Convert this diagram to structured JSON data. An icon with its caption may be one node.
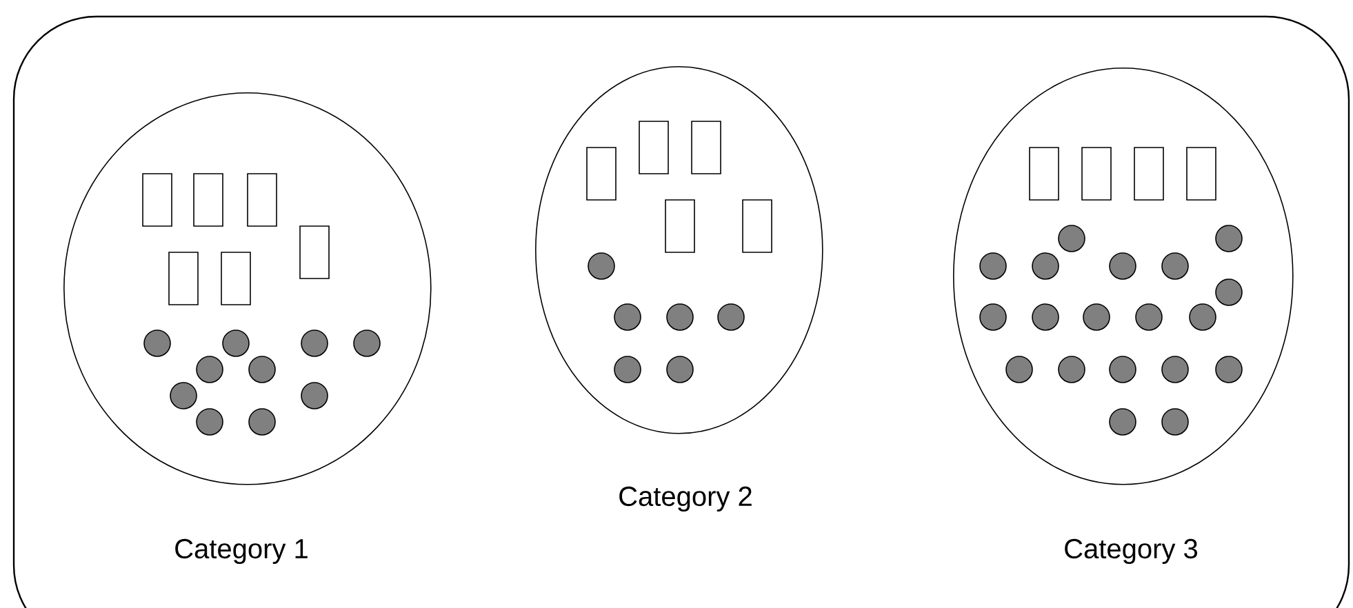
{
  "diagram": {
    "nodes": [
      {
        "text": [],
        "shape": "box"
      },
      {
        "text": [],
        "shape": "ellipse",
        "in": 0,
        "beside": [
          "Category 1"
        ]
      },
      {
        "text": [],
        "shape": "ellipse",
        "in": 0,
        "beside": [
          "Category 2"
        ]
      },
      {
        "text": [],
        "shape": "ellipse",
        "in": 0,
        "beside": [
          "Category 3"
        ]
      }
    ]
  }
}
